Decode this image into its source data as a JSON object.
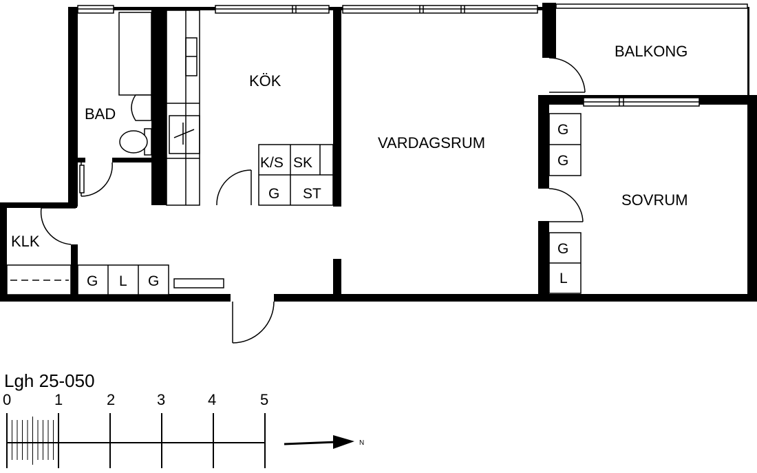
{
  "plan": {
    "rooms": {
      "bad": "BAD",
      "kok": "KÖK",
      "vardagsrum": "VARDAGSRUM",
      "balkong": "BALKONG",
      "sovrum": "SOVRUM",
      "klk": "KLK"
    },
    "fixtures": {
      "kok_ks": "K/S",
      "kok_sk": "SK",
      "kok_g": "G",
      "kok_st": "ST",
      "hall_g1": "G",
      "hall_l": "L",
      "hall_g2": "G",
      "sov_g1": "G",
      "sov_g2": "G",
      "sov_g3": "G",
      "sov_l": "L"
    }
  },
  "scale": {
    "title": "Lgh 25-050",
    "ticks": [
      "0",
      "1",
      "2",
      "3",
      "4",
      "5"
    ],
    "north": "N"
  }
}
